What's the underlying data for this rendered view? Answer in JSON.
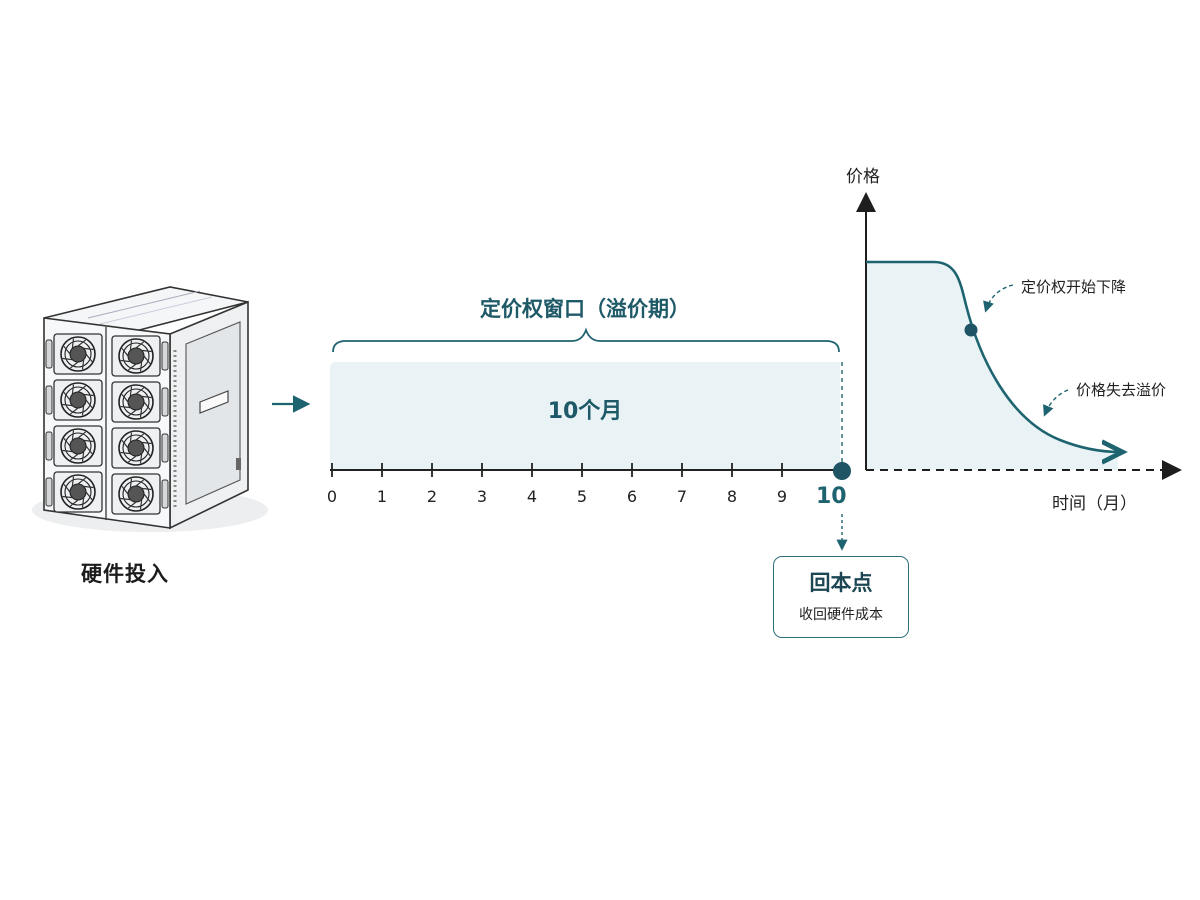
{
  "hardware": {
    "label": "硬件投入",
    "icon": "server-rack-icon"
  },
  "window": {
    "title": "定价权窗口（溢价期）",
    "duration": "10个月",
    "ticks": [
      "0",
      "1",
      "2",
      "3",
      "4",
      "5",
      "6",
      "7",
      "8",
      "9",
      "10"
    ]
  },
  "payback": {
    "title": "回本点",
    "subtitle": "收回硬件成本"
  },
  "price_chart": {
    "y_label": "价格",
    "x_label": "时间（月）",
    "annotation_decline": "定价权开始下降",
    "annotation_loss": "价格失去溢价"
  },
  "colors": {
    "accent": "#1e6470",
    "fill": "#e9f3f5",
    "text_dark": "#1c1c1c"
  }
}
